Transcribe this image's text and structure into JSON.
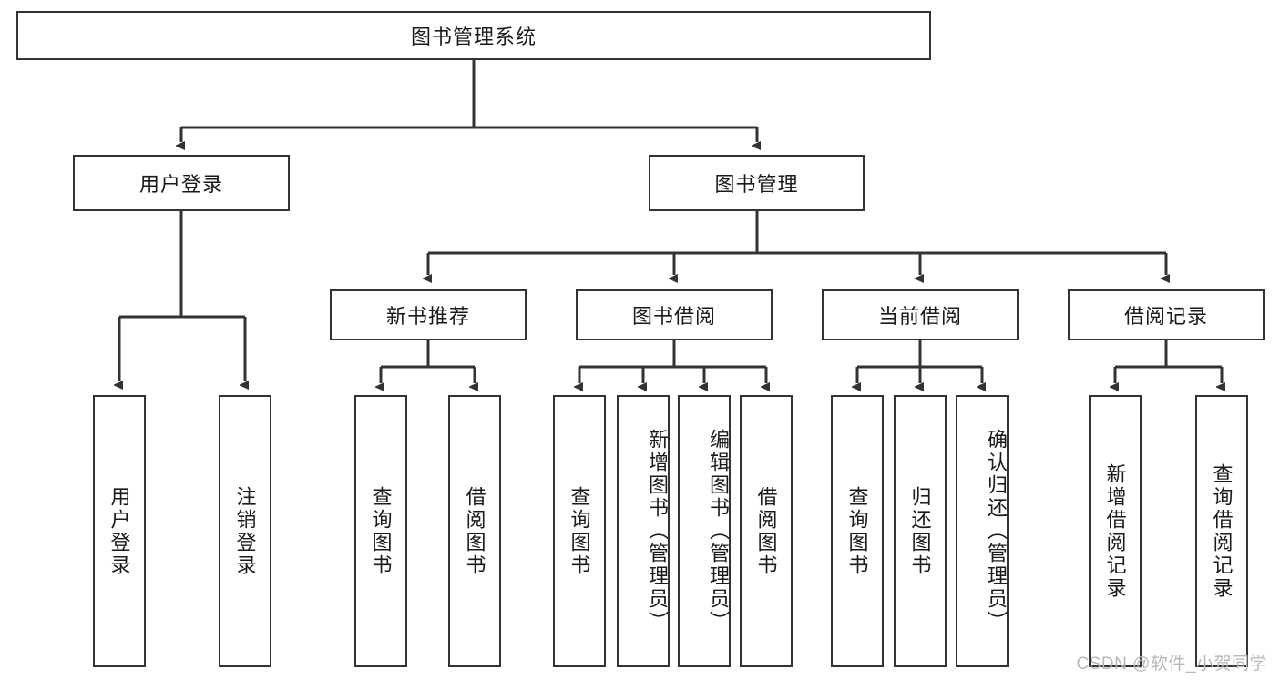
{
  "diagram": {
    "type": "tree-hierarchy-flowchart",
    "title": "图书管理系统",
    "style": {
      "box_border_color": "#333333",
      "box_fill_color": "#ffffff",
      "connector_color": "#333333",
      "background_color": "#ffffff",
      "watermark_color": "#b8b8b8"
    },
    "nodes": {
      "root": {
        "label": "图书管理系统",
        "orientation": "horizontal"
      },
      "user_login": {
        "label": "用户登录",
        "orientation": "horizontal"
      },
      "book_manage": {
        "label": "图书管理",
        "orientation": "horizontal"
      },
      "new_book_rec": {
        "label": "新书推荐",
        "orientation": "horizontal"
      },
      "book_borrow": {
        "label": "图书借阅",
        "orientation": "horizontal"
      },
      "current_borrow": {
        "label": "当前借阅",
        "orientation": "horizontal"
      },
      "borrow_record": {
        "label": "借阅记录",
        "orientation": "horizontal"
      },
      "leaf_user_login": {
        "label": "用户登录",
        "orientation": "vertical"
      },
      "leaf_logout": {
        "label": "注销登录",
        "orientation": "vertical"
      },
      "leaf_query_book_a": {
        "label": "查询图书",
        "orientation": "vertical"
      },
      "leaf_borrow_book_a": {
        "label": "借阅图书",
        "orientation": "vertical"
      },
      "leaf_query_book_b": {
        "label": "查询图书",
        "orientation": "vertical"
      },
      "leaf_add_book": {
        "label": "新增图书（管理员）",
        "orientation": "vertical"
      },
      "leaf_edit_book": {
        "label": "编辑图书（管理员）",
        "orientation": "vertical"
      },
      "leaf_borrow_book_b": {
        "label": "借阅图书",
        "orientation": "vertical"
      },
      "leaf_query_book_c": {
        "label": "查询图书",
        "orientation": "vertical"
      },
      "leaf_return_book": {
        "label": "归还图书",
        "orientation": "vertical"
      },
      "leaf_confirm_return": {
        "label": "确认归还（管理员）",
        "orientation": "vertical"
      },
      "leaf_add_record": {
        "label": "新增借阅记录",
        "orientation": "vertical"
      },
      "leaf_query_record": {
        "label": "查询借阅记录",
        "orientation": "vertical"
      }
    },
    "edges": [
      {
        "from": "root",
        "to": "user_login"
      },
      {
        "from": "root",
        "to": "book_manage"
      },
      {
        "from": "user_login",
        "to": "leaf_user_login"
      },
      {
        "from": "user_login",
        "to": "leaf_logout"
      },
      {
        "from": "book_manage",
        "to": "new_book_rec"
      },
      {
        "from": "book_manage",
        "to": "book_borrow"
      },
      {
        "from": "book_manage",
        "to": "current_borrow"
      },
      {
        "from": "book_manage",
        "to": "borrow_record"
      },
      {
        "from": "new_book_rec",
        "to": "leaf_query_book_a"
      },
      {
        "from": "new_book_rec",
        "to": "leaf_borrow_book_a"
      },
      {
        "from": "book_borrow",
        "to": "leaf_query_book_b"
      },
      {
        "from": "book_borrow",
        "to": "leaf_add_book"
      },
      {
        "from": "book_borrow",
        "to": "leaf_edit_book"
      },
      {
        "from": "book_borrow",
        "to": "leaf_borrow_book_b"
      },
      {
        "from": "current_borrow",
        "to": "leaf_query_book_c"
      },
      {
        "from": "current_borrow",
        "to": "leaf_return_book"
      },
      {
        "from": "current_borrow",
        "to": "leaf_confirm_return"
      },
      {
        "from": "borrow_record",
        "to": "leaf_add_record"
      },
      {
        "from": "borrow_record",
        "to": "leaf_query_record"
      }
    ]
  },
  "watermark": {
    "text": "CSDN @软件_小贺同学"
  }
}
